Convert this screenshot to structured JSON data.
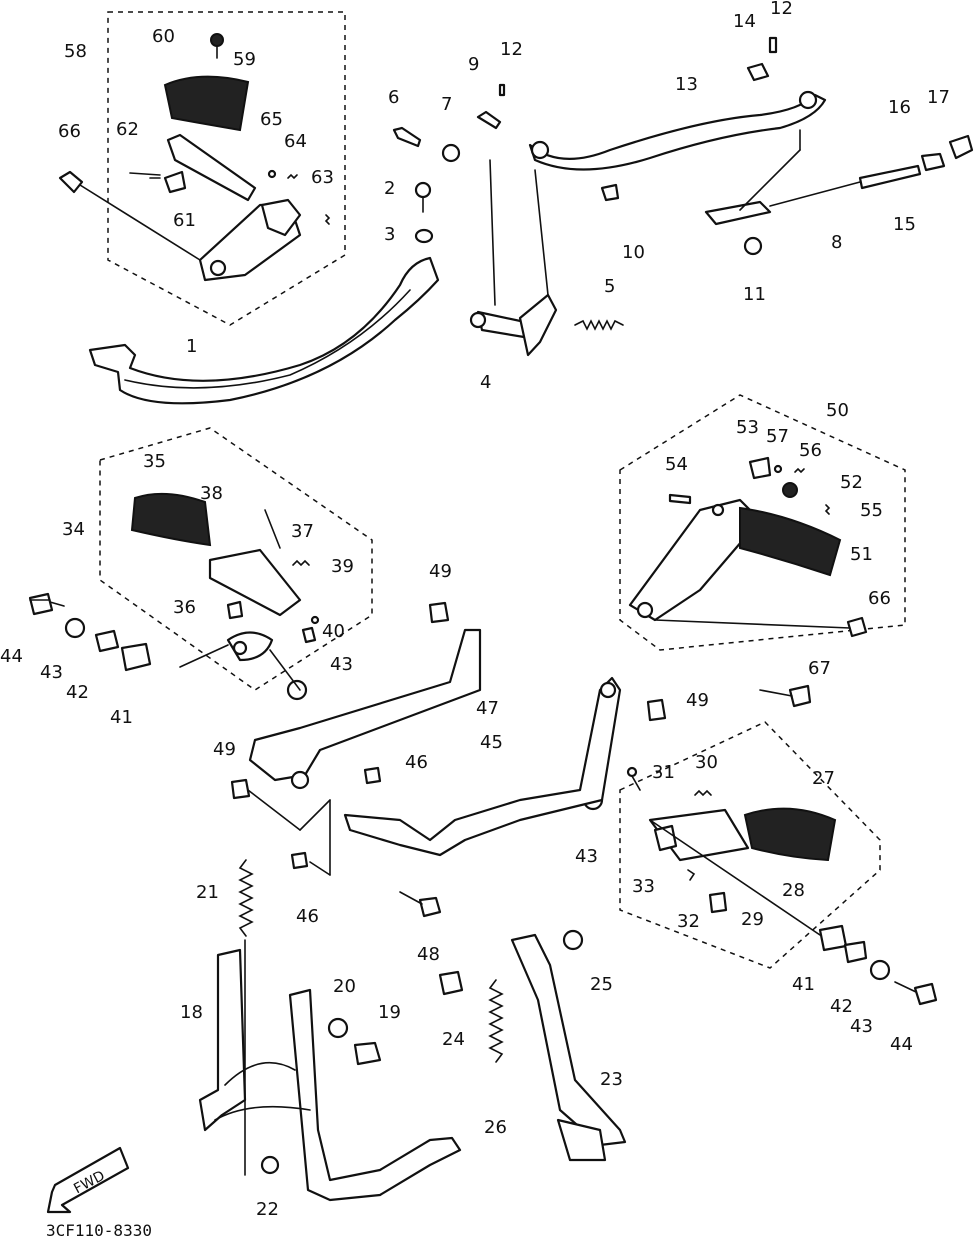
{
  "diagram": {
    "code": "3CF110-8330",
    "fwd_label": "FWD",
    "callouts": {
      "c1": "1",
      "c2": "2",
      "c3": "3",
      "c4": "4",
      "c5": "5",
      "c6": "6",
      "c7": "7",
      "c8": "8",
      "c9": "9",
      "c10": "10",
      "c11": "11",
      "c12a": "12",
      "c12b": "12",
      "c13": "13",
      "c14": "14",
      "c15": "15",
      "c16": "16",
      "c17": "17",
      "c18": "18",
      "c19": "19",
      "c20": "20",
      "c21": "21",
      "c22": "22",
      "c23": "23",
      "c24": "24",
      "c25": "25",
      "c26": "26",
      "c27": "27",
      "c28": "28",
      "c29": "29",
      "c30": "30",
      "c31": "31",
      "c32": "32",
      "c33": "33",
      "c34": "34",
      "c35": "35",
      "c36": "36",
      "c37": "37",
      "c38": "38",
      "c39": "39",
      "c40": "40",
      "c41a": "41",
      "c41b": "41",
      "c42a": "42",
      "c42b": "42",
      "c43a": "43",
      "c43b": "43",
      "c43c": "43",
      "c43d": "43",
      "c44a": "44",
      "c44b": "44",
      "c45": "45",
      "c46a": "46",
      "c46b": "46",
      "c47": "47",
      "c48": "48",
      "c49a": "49",
      "c49b": "49",
      "c49c": "49",
      "c50": "50",
      "c51": "51",
      "c52": "52",
      "c53": "53",
      "c54": "54",
      "c55": "55",
      "c56": "56",
      "c57": "57",
      "c58": "58",
      "c59": "59",
      "c60": "60",
      "c61": "61",
      "c62": "62",
      "c63": "63",
      "c64": "64",
      "c65": "65",
      "c66a": "66",
      "c66b": "66",
      "c67": "67"
    }
  }
}
